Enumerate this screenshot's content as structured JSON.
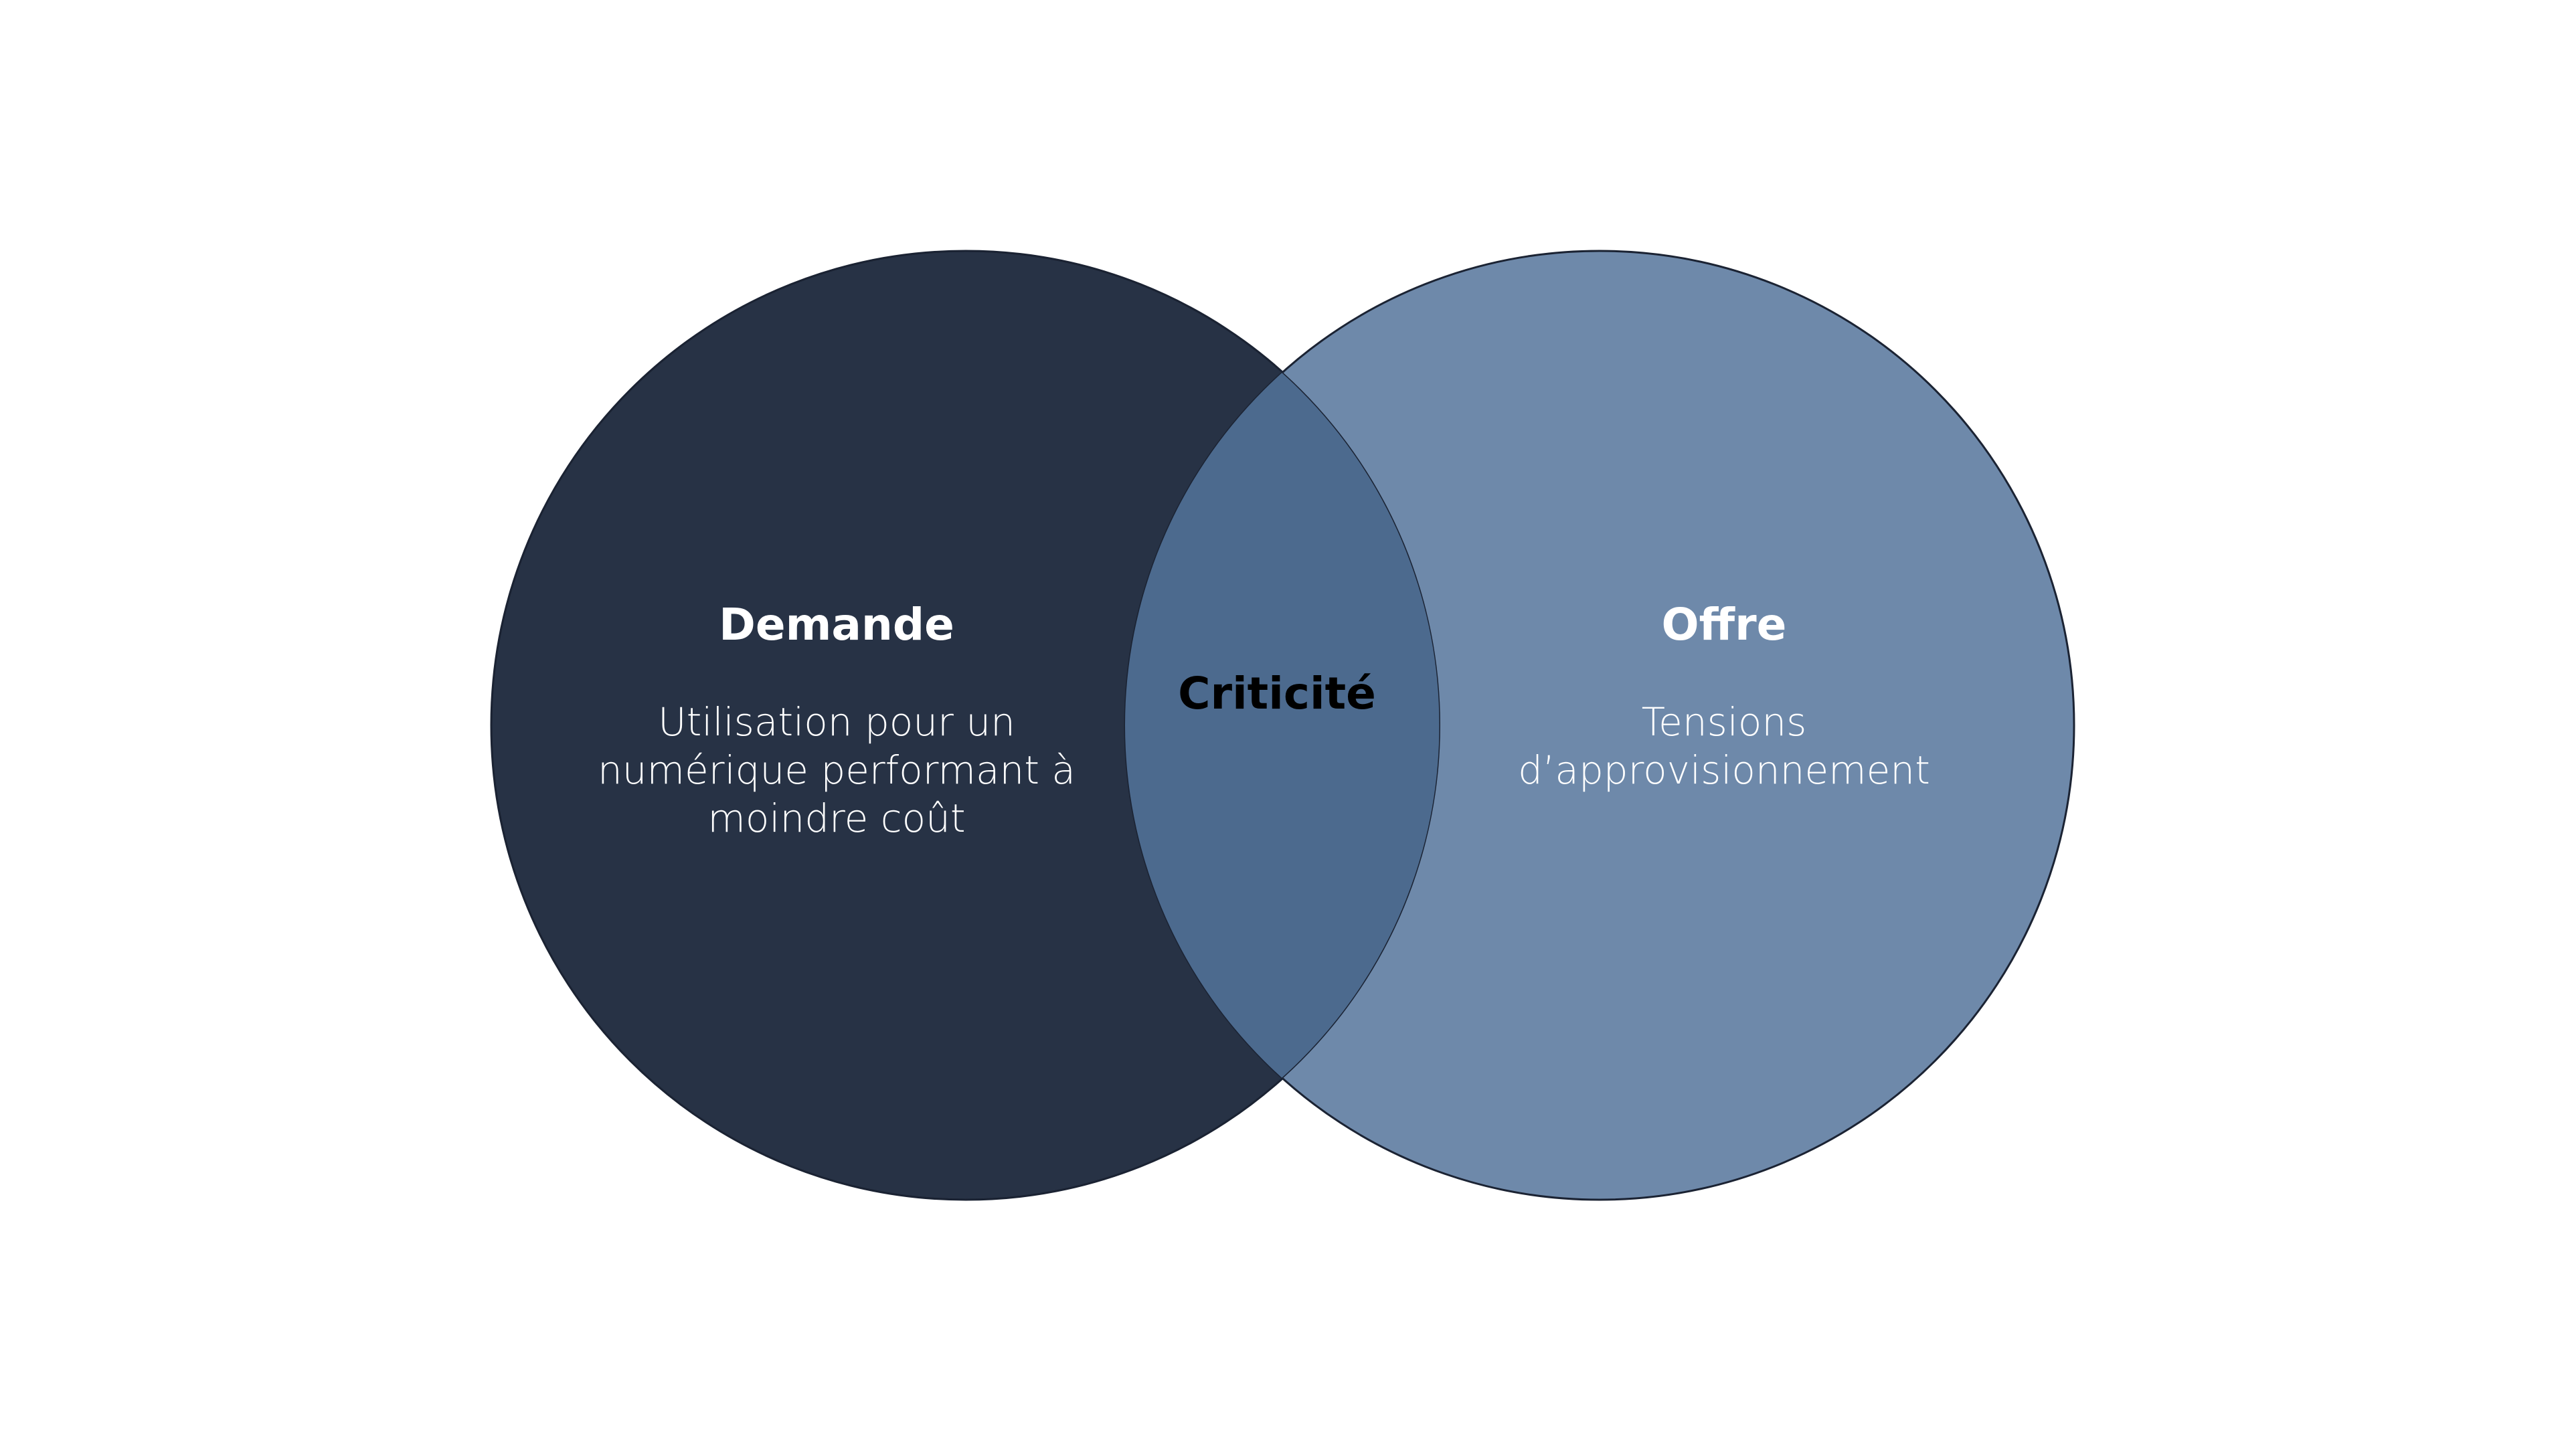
{
  "diagram": {
    "type": "venn",
    "colors": {
      "left": "#273245",
      "overlap": "#4c6a8e",
      "right": "#6e89aa",
      "stroke": "#1b2333"
    },
    "left": {
      "title": "Demande",
      "lines": [
        "Utilisation pour un",
        "numérique performant à",
        "moindre coût"
      ]
    },
    "right": {
      "title": "Offre",
      "lines": [
        "Tensions",
        "d’approvisionnement"
      ]
    },
    "overlap": {
      "title": "Criticité"
    }
  }
}
